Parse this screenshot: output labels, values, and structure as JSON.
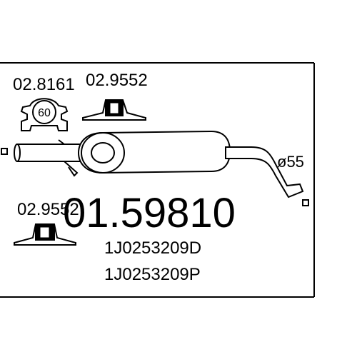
{
  "main_part_number": "01.59810",
  "oe_numbers": [
    "1J0253209D",
    "1J0253209P"
  ],
  "accessories": {
    "clamp": {
      "part_number": "02.8161",
      "size": "60",
      "icon": "pipe-clamp-icon"
    },
    "mount_top": {
      "part_number": "02.9552",
      "icon": "rubber-mount-icon"
    },
    "mount_bottom": {
      "part_number": "02.9552",
      "icon": "rubber-mount-icon"
    }
  },
  "pipe": {
    "diameter_label": "ø55"
  },
  "colors": {
    "line": "#000000",
    "background": "#ffffff"
  }
}
